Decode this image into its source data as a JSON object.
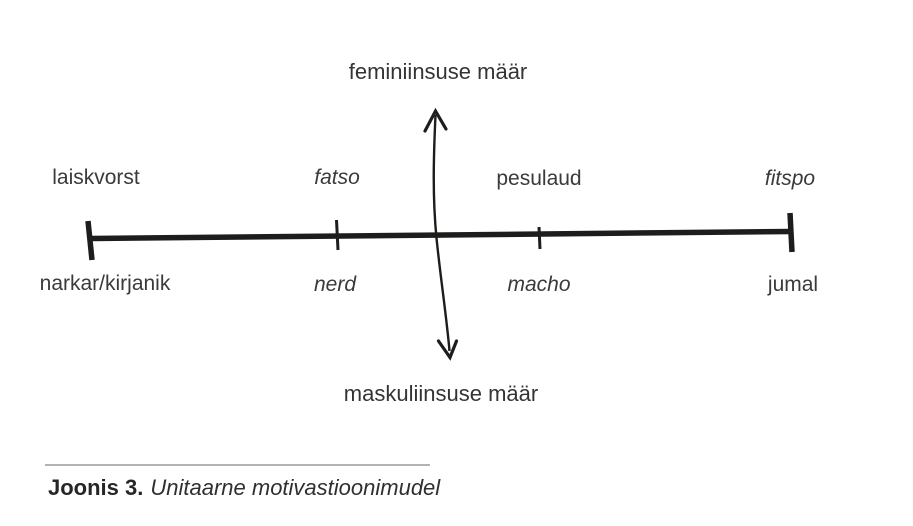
{
  "figure": {
    "vertical_axis": {
      "top_label": "feminiinsuse määr",
      "bottom_label": "maskuliinsuse määr"
    },
    "horizontal_axis": {
      "above": [
        {
          "label": "laiskvorst",
          "style": "regular"
        },
        {
          "label": "fatso",
          "style": "italic"
        },
        {
          "label": "pesulaud",
          "style": "regular"
        },
        {
          "label": "fitspo",
          "style": "italic"
        }
      ],
      "below": [
        {
          "label": "narkar/kirjanik",
          "style": "regular"
        },
        {
          "label": "nerd",
          "style": "italic"
        },
        {
          "label": "macho",
          "style": "italic"
        },
        {
          "label": "jumal",
          "style": "regular"
        }
      ]
    },
    "caption": {
      "figure_label": "Joonis 3.",
      "figure_title": "Unitaarne motivastioonimudel"
    },
    "colors": {
      "ink": "#1d1d1b",
      "text": "#3a3a38",
      "caption_rule": "#b3b3b3",
      "background": "#ffffff"
    }
  }
}
